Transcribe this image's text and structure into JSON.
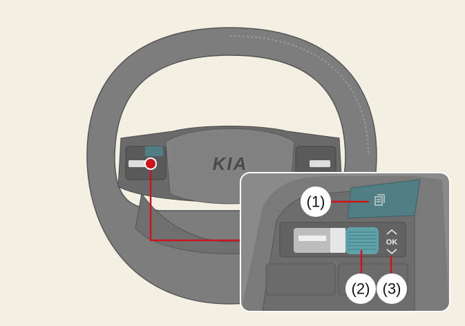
{
  "illustration": {
    "subject": "steering-wheel",
    "logo_text": "KIA",
    "ok_label": "OK",
    "callouts": [
      {
        "id": "1",
        "label": "(1)",
        "target": "menu-button"
      },
      {
        "id": "2",
        "label": "(2)",
        "target": "scroll-wheel"
      },
      {
        "id": "3",
        "label": "(3)",
        "target": "ok-button"
      }
    ],
    "colors": {
      "background": "#f3efe3",
      "wheel": "#7b7b7b",
      "accent": "#d0121b",
      "button_teal": "#4f7f84"
    }
  }
}
